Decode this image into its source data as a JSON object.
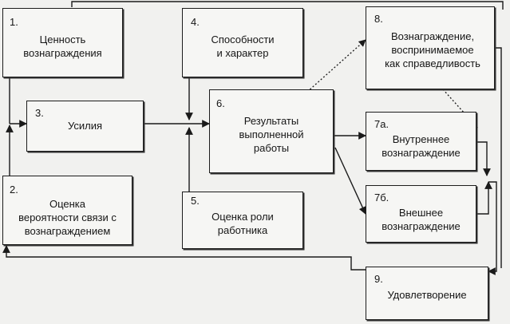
{
  "nodes": [
    {
      "id": "1",
      "num": "1.",
      "lines": [
        "Ценность",
        "вознаграждения"
      ]
    },
    {
      "id": "2",
      "num": "2.",
      "lines": [
        "Оценка",
        "вероятности связи с",
        "вознаграждением"
      ]
    },
    {
      "id": "3",
      "num": "3.",
      "lines": [
        "Усилия"
      ]
    },
    {
      "id": "4",
      "num": "4.",
      "lines": [
        "Способности",
        "и характер"
      ]
    },
    {
      "id": "5",
      "num": "5.",
      "lines": [
        "Оценка роли",
        "работника"
      ]
    },
    {
      "id": "6",
      "num": "6.",
      "lines": [
        "Результаты",
        "выполненной",
        "работы"
      ]
    },
    {
      "id": "7a",
      "num": "7а.",
      "lines": [
        "Внутреннее",
        "вознаграждение"
      ]
    },
    {
      "id": "7b",
      "num": "7б.",
      "lines": [
        "Внешнее",
        "вознаграждение"
      ]
    },
    {
      "id": "8",
      "num": "8.",
      "lines": [
        "Вознаграждение,",
        "воспринимаемое",
        "как справедливость"
      ]
    },
    {
      "id": "9",
      "num": "9.",
      "lines": [
        "Удовлетворение"
      ]
    }
  ]
}
